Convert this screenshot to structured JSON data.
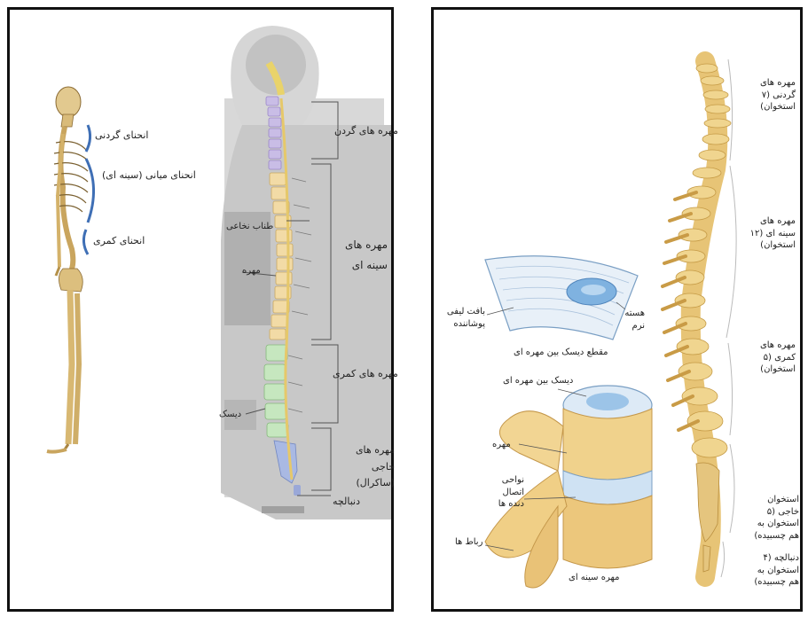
{
  "left_panel": {
    "skeleton_labels": {
      "cervical_curve": "انحنای گردنی",
      "thoracic_curve": "انحنای میانی (سینه ای)",
      "lumbar_curve": "انحنای کمری"
    },
    "spine_labels": {
      "cervical": "مهره های گردن",
      "thoracic": "مهره های سینه ای",
      "spinal_cord": "طناب نخاعی",
      "vertebra": "مهره",
      "lumbar": "مهره های کمری",
      "disc": "دیسک",
      "sacral": "مهره های خاجی (ساکرال)",
      "coccyx": "دنبالچه"
    }
  },
  "right_panel": {
    "spine_labels": {
      "cervical": "مهره های گردنی (۷ استخوان)",
      "thoracic": "مهره های سینه ای (۱۲ استخوان)",
      "lumbar": "مهره های کمری (۵ استخوان)",
      "sacrum": "استخوان خاجی (۵ استخوان به هم چسبیده)",
      "coccyx": "دنبالچه (۴ استخوان به هم چسبیده)"
    },
    "disc_labels": {
      "fibrous_tissue": "بافت لیفی پوشاننده",
      "nucleus": "هسته نرم",
      "disc_section_caption": "مقطع دیسک بین مهره ای",
      "intervertebral_disc": "دیسک بین مهره ای",
      "vertebra": "مهره",
      "articular_area": "نواحی اتصال دنده ها",
      "ligaments": "رباط ها",
      "thoracic_vertebra_caption": "مهره سینه ای"
    }
  }
}
